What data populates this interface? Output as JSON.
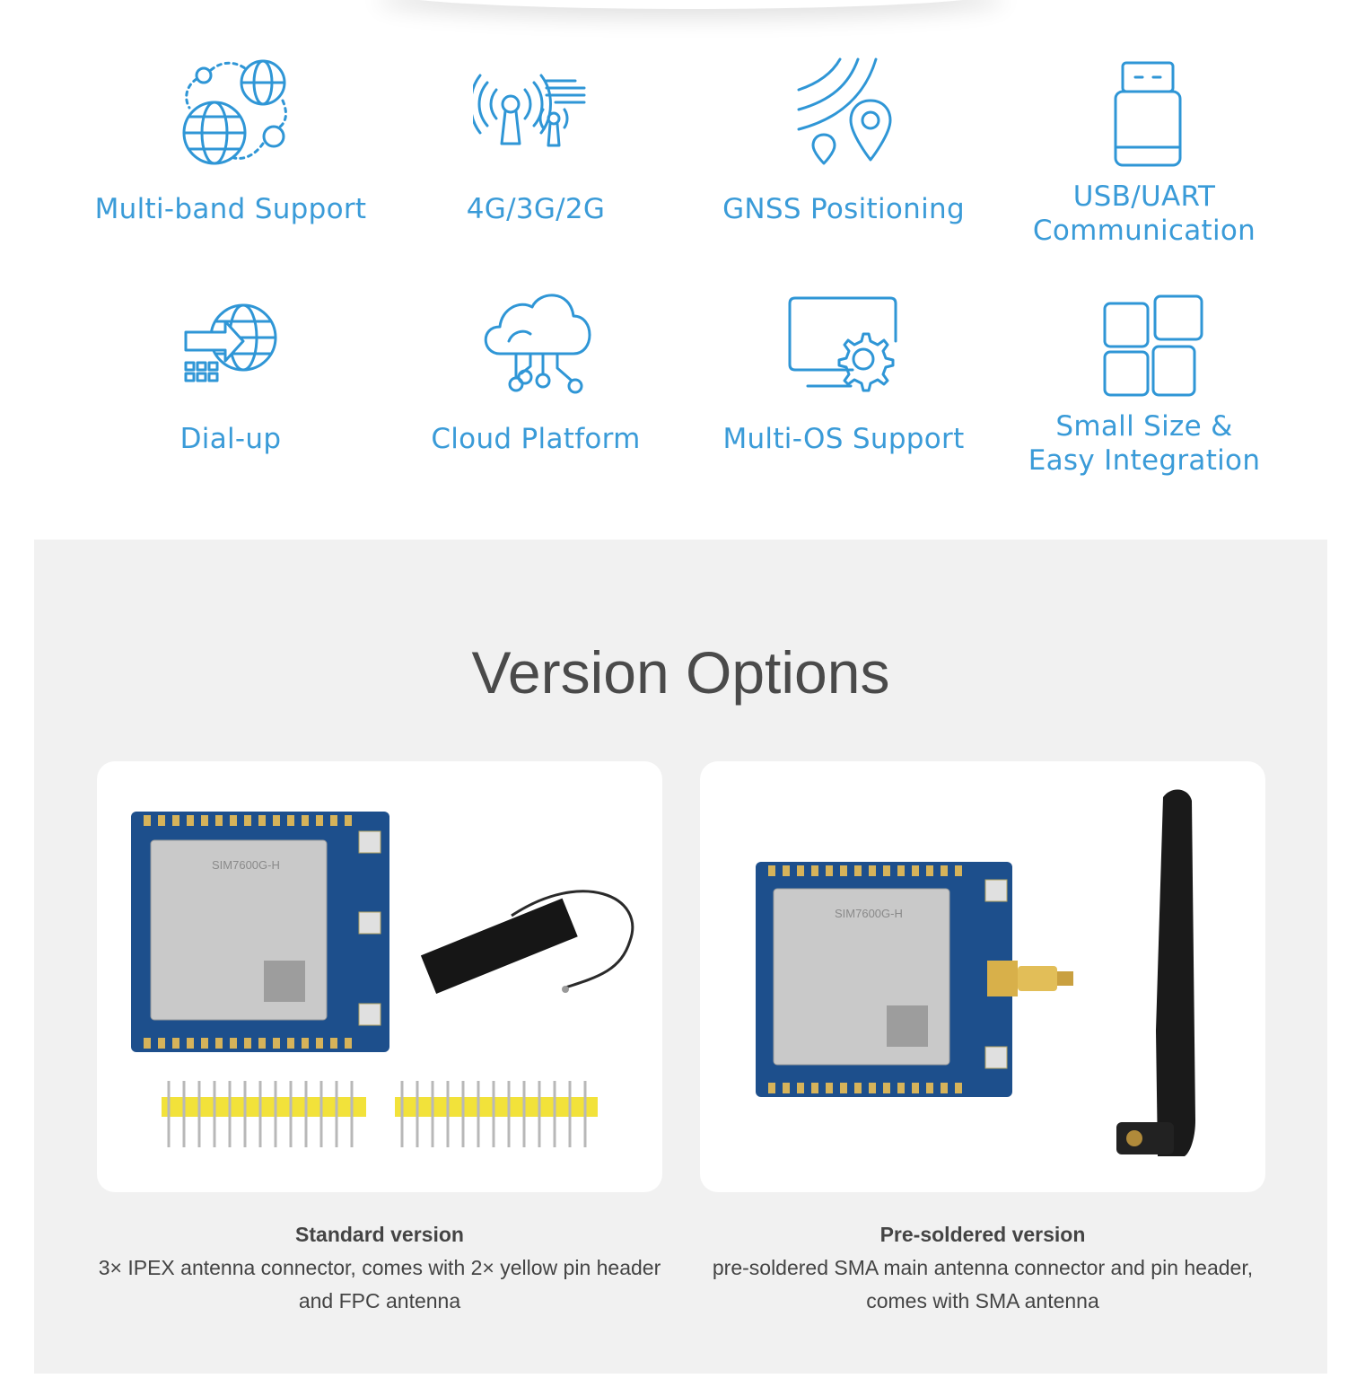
{
  "features": [
    {
      "id": "multiband",
      "icon": "globe-network-icon",
      "label": "Multi-band Support"
    },
    {
      "id": "network",
      "icon": "signal-tower-icon",
      "label": "4G/3G/2G"
    },
    {
      "id": "gnss",
      "icon": "location-pin-icon",
      "label": "GNSS Positioning"
    },
    {
      "id": "usb",
      "icon": "usb-stick-icon",
      "label_line1": "USB/UART",
      "label_line2": "Communication"
    },
    {
      "id": "dialup",
      "icon": "dialup-globe-icon",
      "label": "Dial-up"
    },
    {
      "id": "cloud",
      "icon": "cloud-icon",
      "label": "Cloud Platform"
    },
    {
      "id": "multios",
      "icon": "monitor-gear-icon",
      "label": "Multi-OS Support"
    },
    {
      "id": "smallsize",
      "icon": "blocks-icon",
      "label_line1": "Small Size &",
      "label_line2": "Easy Integration"
    }
  ],
  "version_options": {
    "title": "Version Options",
    "cards": [
      {
        "name": "Standard version",
        "desc_line1": "3× IPEX antenna connector, comes with 2× yellow pin header",
        "desc_line2": "and FPC antenna",
        "chip_label": "SIM7600G-H"
      },
      {
        "name": "Pre-soldered version",
        "desc_line1": "pre-soldered SMA main antenna connector and pin header,",
        "desc_line2": "comes with SMA antenna",
        "chip_label": "SIM7600G-H"
      }
    ]
  },
  "colors": {
    "accent": "#2f96d6",
    "panel_bg": "#f1f1f1",
    "pcb": "#1d4f8c",
    "chip": "#c9c9c9",
    "header_yellow": "#f2e23a"
  }
}
